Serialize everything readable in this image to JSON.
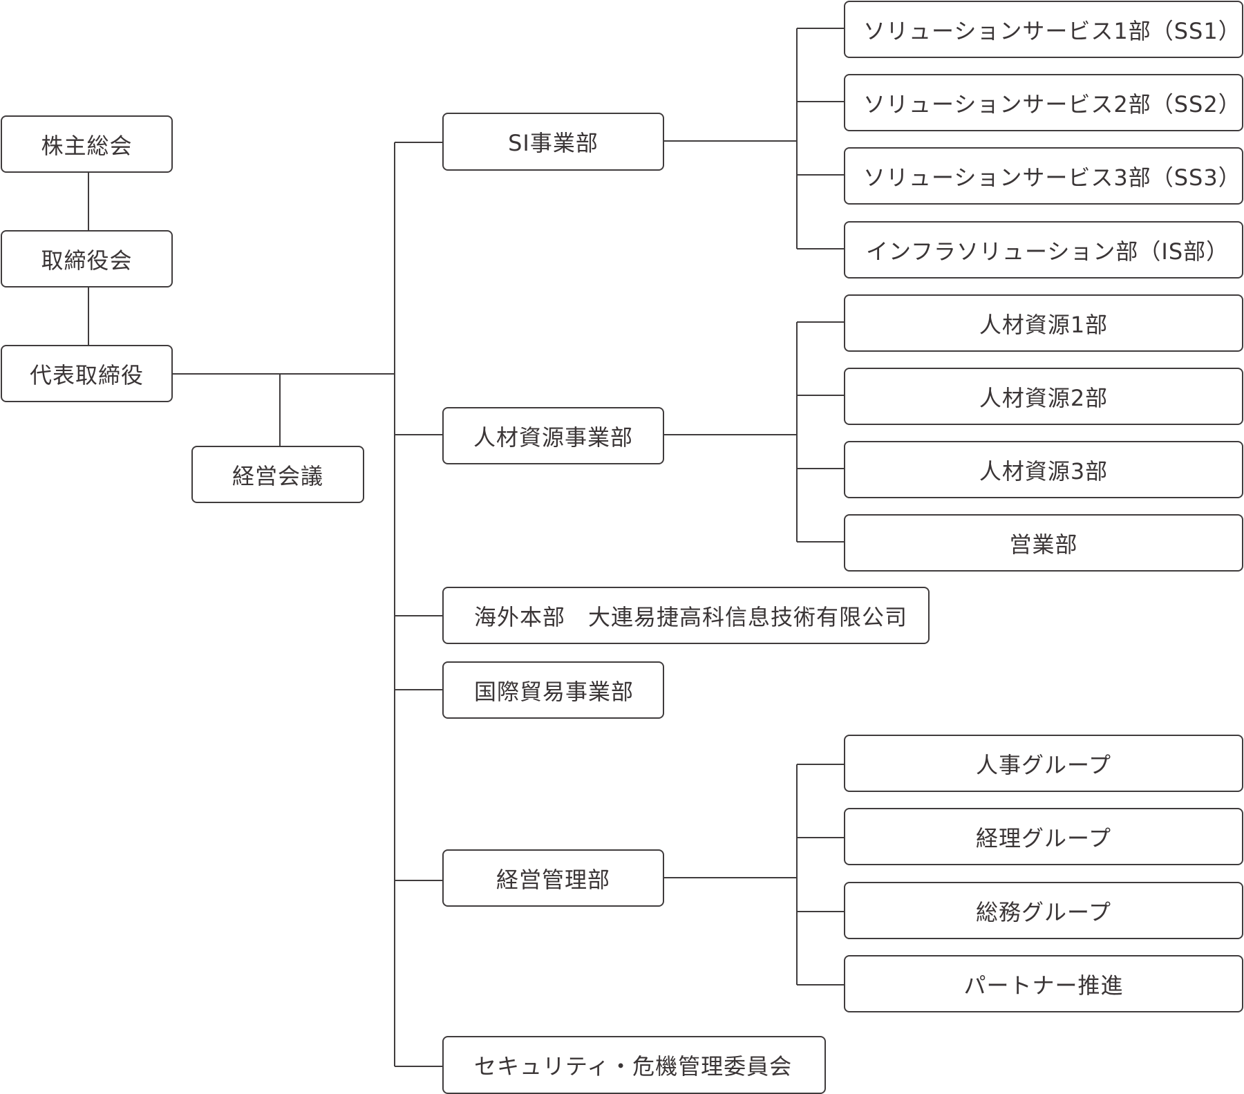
{
  "nodes": {
    "shareholders": "株主総会",
    "board": "取締役会",
    "ceo": "代表取締役",
    "management_meeting": "経営会議",
    "si_division": "SI事業部",
    "ss1": "ソリューションサービス1部（SS1）",
    "ss2": "ソリューションサービス2部（SS2）",
    "ss3": "ソリューションサービス3部（SS3）",
    "is_dept": "インフラソリューション部（IS部）",
    "hr_division": "人材資源事業部",
    "hr1": "人材資源1部",
    "hr2": "人材資源2部",
    "hr3": "人材資源3部",
    "sales": "営業部",
    "overseas": "海外本部　大連易捷高科信息技術有限公司",
    "trade": "国際貿易事業部",
    "admin": "経営管理部",
    "personnel_group": "人事グループ",
    "accounting_group": "経理グループ",
    "general_affairs_group": "総務グループ",
    "partner": "パートナー推進",
    "security_committee": "セキュリティ・危機管理委員会"
  }
}
